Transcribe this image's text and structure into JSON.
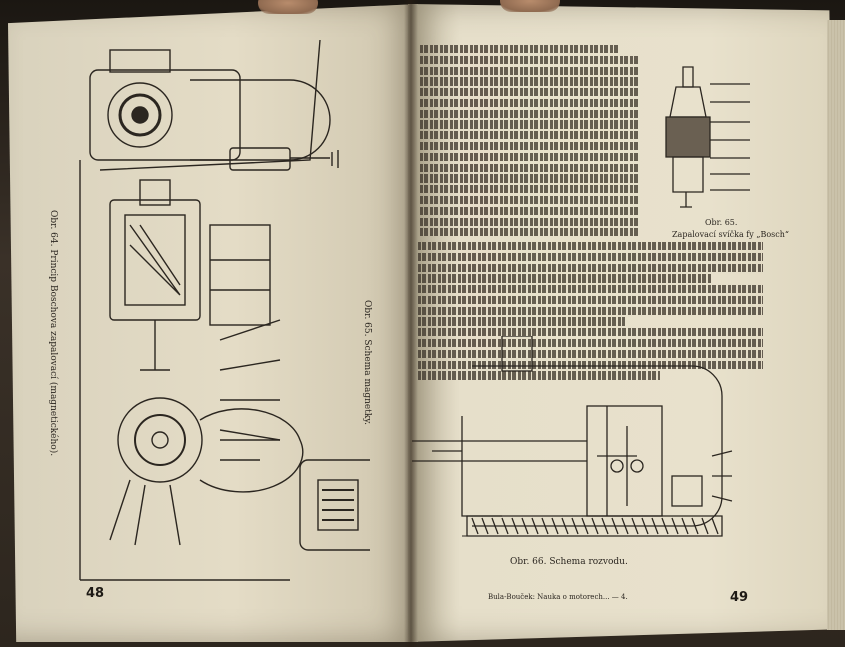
{
  "book": {
    "left_page": {
      "page_number": "48",
      "figure_caption_64": "Obr. 64. Princip Boschova zapalovací (magnetického).",
      "figure_caption_65": "Obr. 65. Schema magnetky."
    },
    "right_page": {
      "page_number": "49",
      "figure_caption_65b_title": "Obr. 65.",
      "figure_caption_65b": "Zapalovací svíčka fy „Bosch“",
      "figure_caption_66": "Obr. 66. Schema rozvodu.",
      "running_footer": "Bula-Bouček: Nauka o motorech... — 4."
    }
  },
  "colors": {
    "paper": "#e6dfca",
    "ink": "#2b2620",
    "background": "#2a241c"
  }
}
